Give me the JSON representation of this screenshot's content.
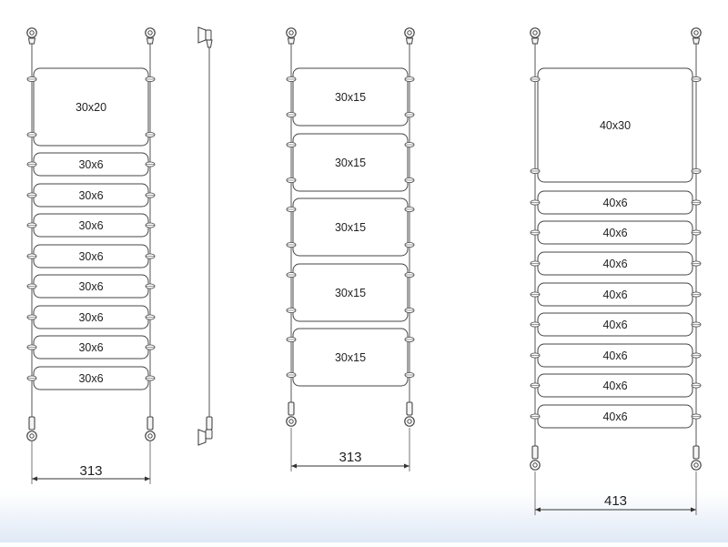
{
  "columns": [
    {
      "id": "col1",
      "panels": [
        "30x20",
        "30x6",
        "30x6",
        "30x6",
        "30x6",
        "30x6",
        "30x6",
        "30x6",
        "30x6"
      ],
      "width_label": "313"
    },
    {
      "id": "col2",
      "panels": [
        "30x15",
        "30x15",
        "30x15",
        "30x15",
        "30x15"
      ],
      "width_label": "313"
    },
    {
      "id": "col3",
      "panels": [
        "40x30",
        "40x6",
        "40x6",
        "40x6",
        "40x6",
        "40x6",
        "40x6",
        "40x6",
        "40x6"
      ],
      "width_label": "413"
    }
  ],
  "icons": [
    "eyelet-icon",
    "cable-tensioner-icon",
    "panel-clamp-icon",
    "ceiling-wall-bracket-icon"
  ]
}
